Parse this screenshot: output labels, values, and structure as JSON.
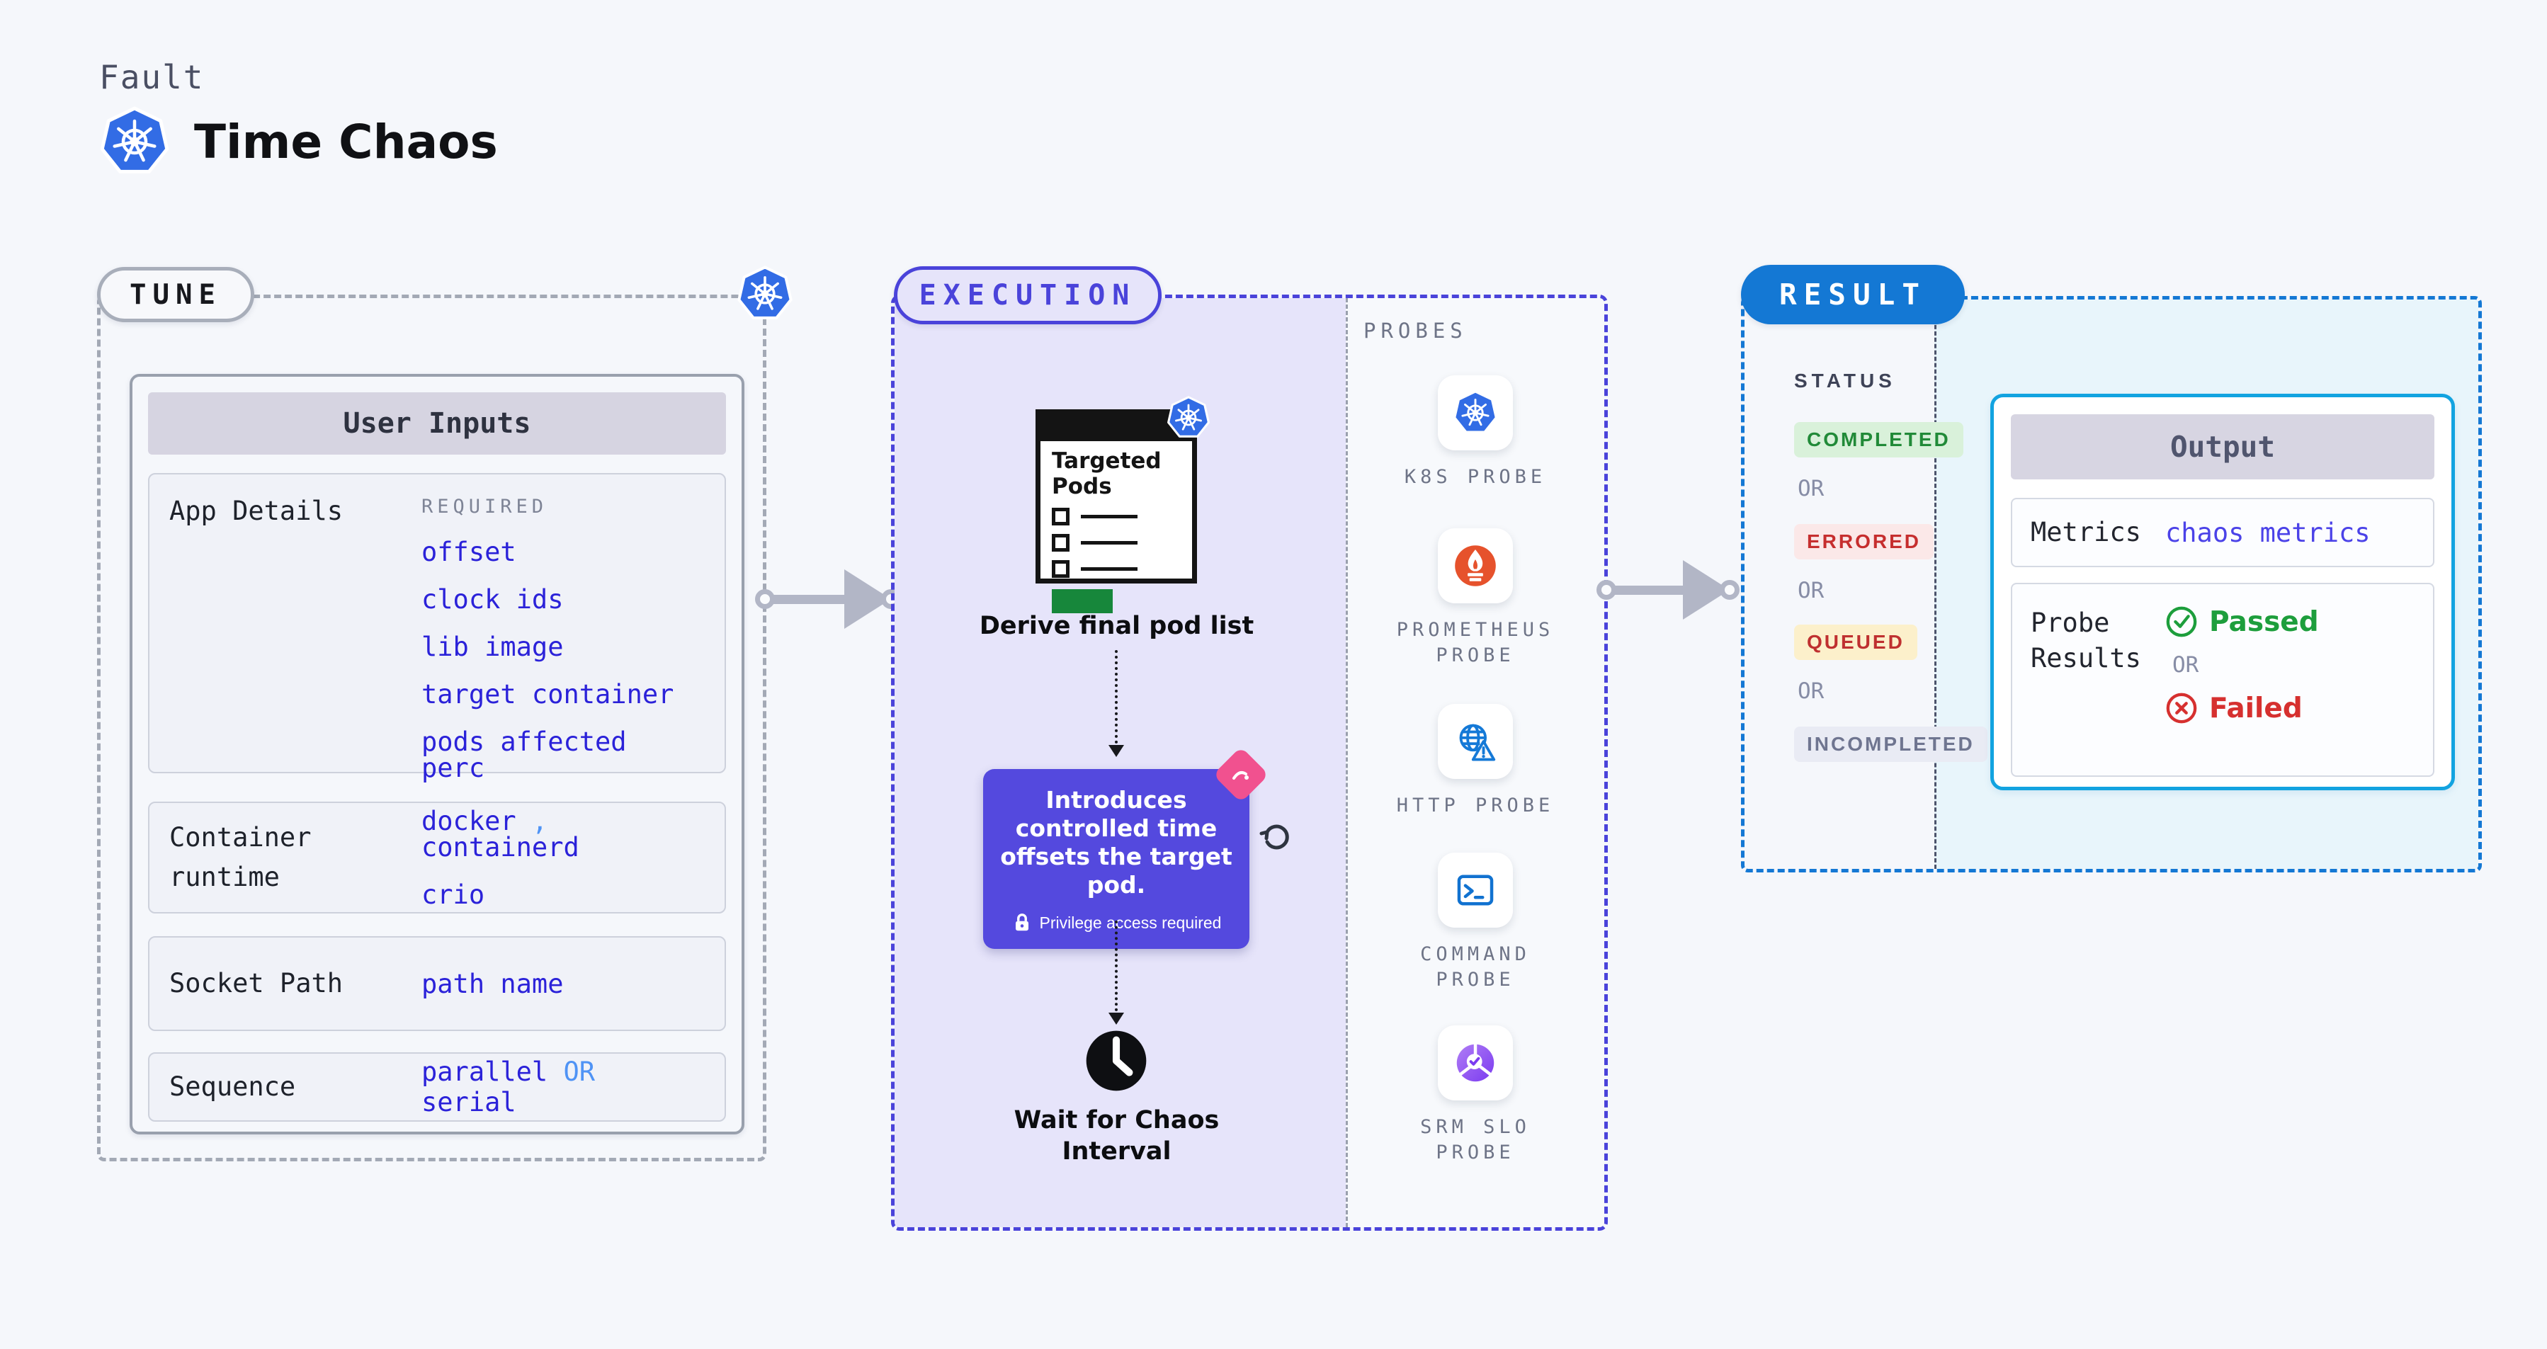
{
  "palette": {
    "page_bg": "#f5f7fb",
    "indigo": "#4a43da",
    "indigo_fill": "#e6e4fa",
    "blue": "#1478d4",
    "cyan_border": "#12a3e0",
    "result_fill": "#e8f5fb",
    "value_blue": "#2b22d9",
    "value_lightblue": "#4f93f5",
    "tooltip_bg": "#5449de",
    "pink": "#f1518f",
    "green": "#1d9e3c",
    "red": "#d6302f",
    "k8s_blue": "#326ce5",
    "prometheus_orange": "#e6522c",
    "probe_blue": "#1479d7",
    "srm_purple": "#8b4bf2",
    "success_bg": "#d9f1da",
    "success_fg": "#218a38",
    "error_bg": "#fbe8e8",
    "error_fg": "#c62e2e",
    "queued_bg": "#fcf0cb",
    "queued_fg": "#bf3030",
    "incomplete_bg": "#e9ebf4",
    "incomplete_fg": "#6f7590"
  },
  "header": {
    "eyebrow": "Fault",
    "title": "Time Chaos",
    "logo_icon": "kubernetes-logo"
  },
  "tune": {
    "badge": "TUNE",
    "corner_icon": "kubernetes-icon",
    "panel_title": "User Inputs",
    "app_details": {
      "label": "App Details",
      "tag": "REQUIRED",
      "values": [
        "offset",
        "clock ids",
        "lib image",
        "target container",
        "pods affected perc"
      ]
    },
    "container_runtime": {
      "label": "Container runtime",
      "value1": "docker",
      "separator": ",",
      "value2": "containerd",
      "value3": "crio"
    },
    "socket_path": {
      "label": "Socket Path",
      "value": "path name"
    },
    "sequence": {
      "label": "Sequence",
      "value1": "parallel",
      "or": "OR",
      "value2": "serial"
    }
  },
  "execution": {
    "badge": "EXECUTION",
    "targeted_pods_title": "Targeted Pods",
    "step1_caption": "Derive final pod list",
    "tooltip": {
      "text": "Introduces controlled time offsets the target pod.",
      "lock_icon": "lock-icon",
      "note": "Privilege access required"
    },
    "refresh_icon": "refresh-icon",
    "step2_caption_line1": "Wait for Chaos",
    "step2_caption_line2": "Interval",
    "probes_title": "PROBES",
    "probes": [
      {
        "label": "K8S PROBE",
        "icon": "kubernetes-probe-icon"
      },
      {
        "label": "PROMETHEUS PROBE",
        "icon": "prometheus-probe-icon"
      },
      {
        "label": "HTTP PROBE",
        "icon": "http-probe-icon"
      },
      {
        "label": "COMMAND PROBE",
        "icon": "command-probe-icon"
      },
      {
        "label": "SRM SLO PROBE",
        "icon": "srm-slo-probe-icon"
      }
    ]
  },
  "result": {
    "badge": "RESULT",
    "status_title": "STATUS",
    "or_label": "OR",
    "statuses": [
      "COMPLETED",
      "ERRORED",
      "QUEUED",
      "INCOMPLETED"
    ],
    "output": {
      "title": "Output",
      "metrics_label": "Metrics",
      "metrics_value": "chaos metrics",
      "probe_results_label": "Probe Results",
      "passed_label": "Passed",
      "or_label": "OR",
      "failed_label": "Failed"
    }
  }
}
